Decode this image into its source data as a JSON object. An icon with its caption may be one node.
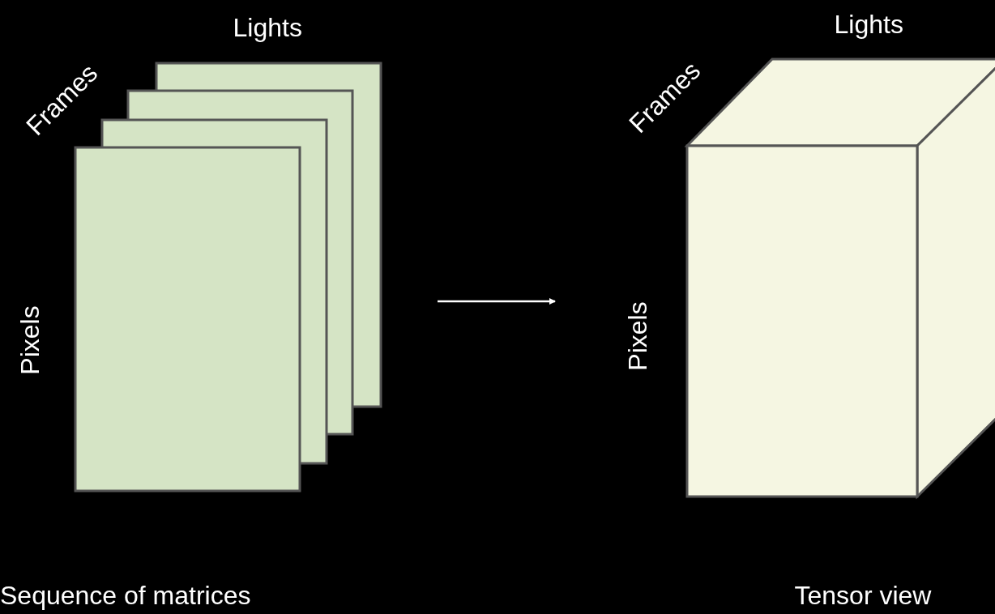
{
  "diagram": {
    "nodes": [
      {
        "text": [],
        "shape": "stack",
        "beside": [
          "Lights",
          "Frames",
          "Pixels",
          "Sequence of matrices"
        ]
      },
      {
        "text": [],
        "shape": "cube",
        "beside": [
          "Lights",
          "Frames",
          "Pixels",
          "Tensor view"
        ]
      }
    ],
    "edges": [
      {
        "from": 0,
        "to": 1,
        "arrow": "to"
      }
    ]
  }
}
